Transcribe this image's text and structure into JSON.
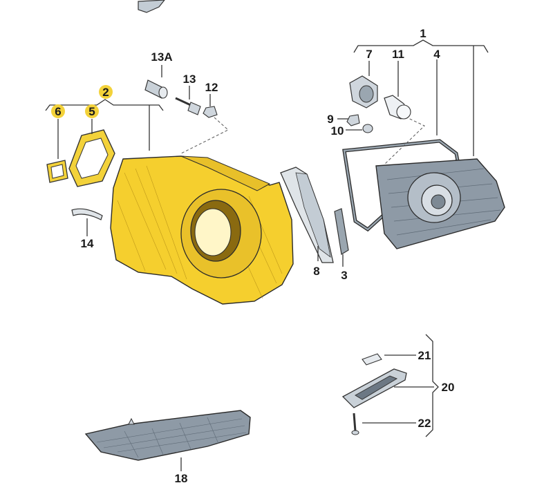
{
  "labels": {
    "l1": "1",
    "l2": "2",
    "l3": "3",
    "l4": "4",
    "l5": "5",
    "l6": "6",
    "l7": "7",
    "l8": "8",
    "l9": "9",
    "l10": "10",
    "l11": "11",
    "l12": "12",
    "l13": "13",
    "l13a": "13A",
    "l14": "14",
    "l18": "18",
    "l20": "20",
    "l21": "21",
    "l22": "22"
  },
  "colors": {
    "highlight": "#f3d23a",
    "lamp_yellow": "#f5cf2e",
    "part_gray": "#8e9aa6",
    "part_light": "#cfd6dd",
    "line": "#333333"
  },
  "highlighted_callouts": [
    "2",
    "5",
    "6"
  ]
}
